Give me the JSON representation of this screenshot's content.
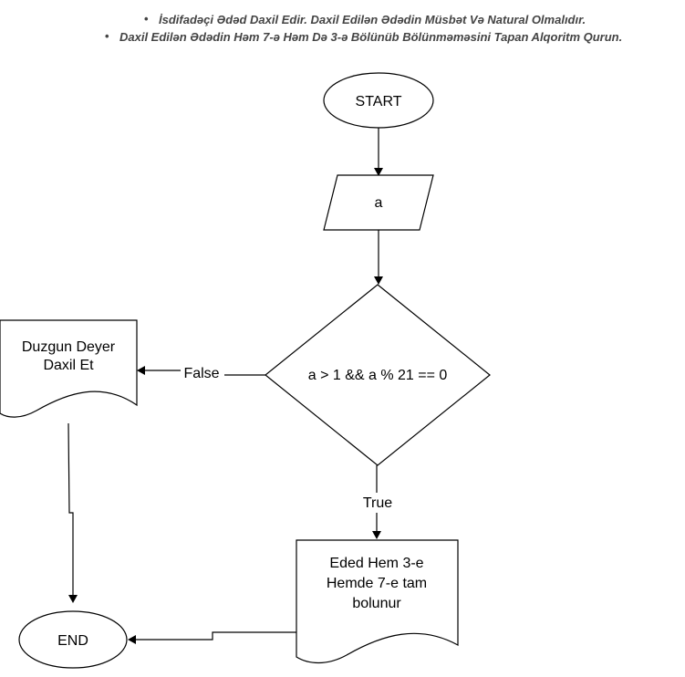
{
  "notes": [
    "İsdifadəçi Ədəd Daxil Edir. Daxil Edilən Ədədin Müsbət Və Natural Olmalıdır.",
    "Daxil Edilən Ədədin Həm 7-ə Həm Də 3-ə Bölünüb Bölünməməsini Tapan Alqoritm Qurun."
  ],
  "flowchart": {
    "start": "START",
    "input": "a",
    "decision": "a > 1 && a % 21 == 0",
    "false_label": "False",
    "true_label": "True",
    "error_doc": [
      "Duzgun Deyer",
      "Daxil Et"
    ],
    "result_doc": [
      "Eded Hem 3-e",
      "Hemde 7-e tam",
      "bolunur"
    ],
    "end": "END"
  }
}
